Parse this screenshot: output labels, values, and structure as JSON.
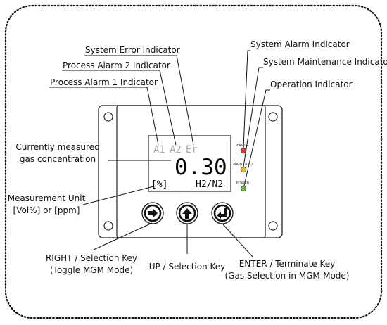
{
  "display": {
    "indicators": [
      "A1",
      "A2",
      "Er"
    ],
    "value": "0.30",
    "unit": "[%]",
    "gas": "H2/N2"
  },
  "leds": {
    "error": {
      "label": "ERROR",
      "color": "#e53935"
    },
    "maint": {
      "label": "MAINT.REQ",
      "color": "#f5b915"
    },
    "power": {
      "label": "POWER",
      "color": "#5bb33a"
    }
  },
  "keys": {
    "right": "right-arrow-icon",
    "up": "up-arrow-icon",
    "enter": "enter-icon"
  },
  "callouts": {
    "system_error": "System Error Indicator",
    "process_alarm_2": "Process Alarm 2 Indicator",
    "process_alarm_1": "Process Alarm 1 Indicator",
    "system_alarm": "System Alarm Indicator",
    "system_maintenance": "System Maintenance Indicator",
    "operation": "Operation Indicator",
    "concentration": [
      "Currently measured",
      "gas concentration"
    ],
    "unit": [
      "Measurement Unit",
      "[Vol%] or [ppm]"
    ],
    "right_key": [
      "RIGHT / Selection Key",
      "(Toggle MGM Mode)"
    ],
    "up_key": "UP / Selection Key",
    "enter_key": [
      "ENTER / Terminate Key",
      "(Gas Selection in MGM-Mode)"
    ]
  }
}
